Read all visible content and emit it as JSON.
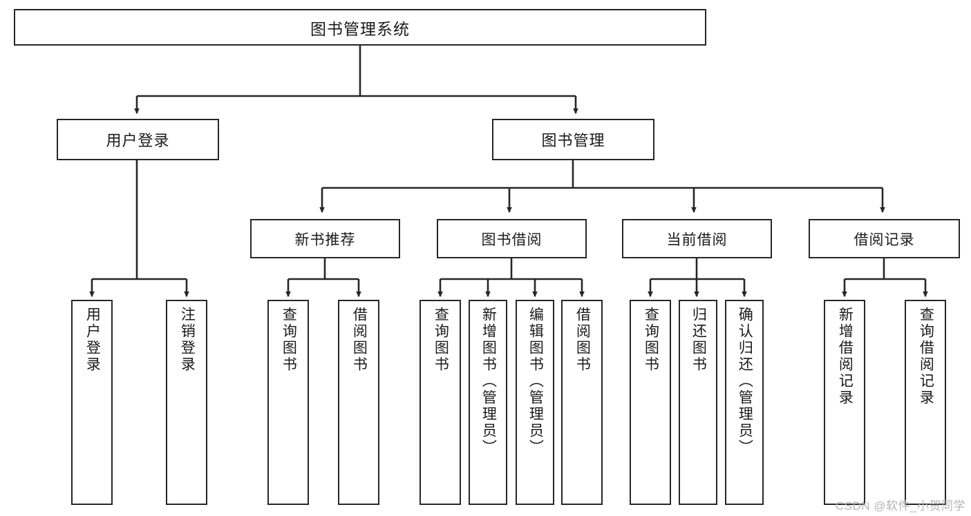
{
  "diagram": {
    "type": "tree-hierarchy-diagram",
    "title": "图书管理系统",
    "stroke_color": "#262626",
    "fill_color": "#ffffff",
    "nodes": {
      "root": {
        "label": "图书管理系统"
      },
      "level1": [
        {
          "label": "用户登录"
        },
        {
          "label": "图书管理"
        }
      ],
      "level2": [
        {
          "label": "新书推荐"
        },
        {
          "label": "图书借阅"
        },
        {
          "label": "当前借阅"
        },
        {
          "label": "借阅记录"
        }
      ],
      "leaves_user_login": [
        {
          "label": "用户登录"
        },
        {
          "label": "注销登录"
        }
      ],
      "leaves_new_book": [
        {
          "label": "查询图书"
        },
        {
          "label": "借阅图书"
        }
      ],
      "leaves_borrow": [
        {
          "label": "查询图书"
        },
        {
          "label": "新增图书（管理员）"
        },
        {
          "label": "编辑图书（管理员）"
        },
        {
          "label": "借阅图书"
        }
      ],
      "leaves_current": [
        {
          "label": "查询图书"
        },
        {
          "label": "归还图书"
        },
        {
          "label": "确认归还（管理员）"
        }
      ],
      "leaves_record": [
        {
          "label": "新增借阅记录"
        },
        {
          "label": "查询借阅记录"
        }
      ]
    }
  },
  "watermark": {
    "text": "CSDN @软件_小贺同学"
  }
}
